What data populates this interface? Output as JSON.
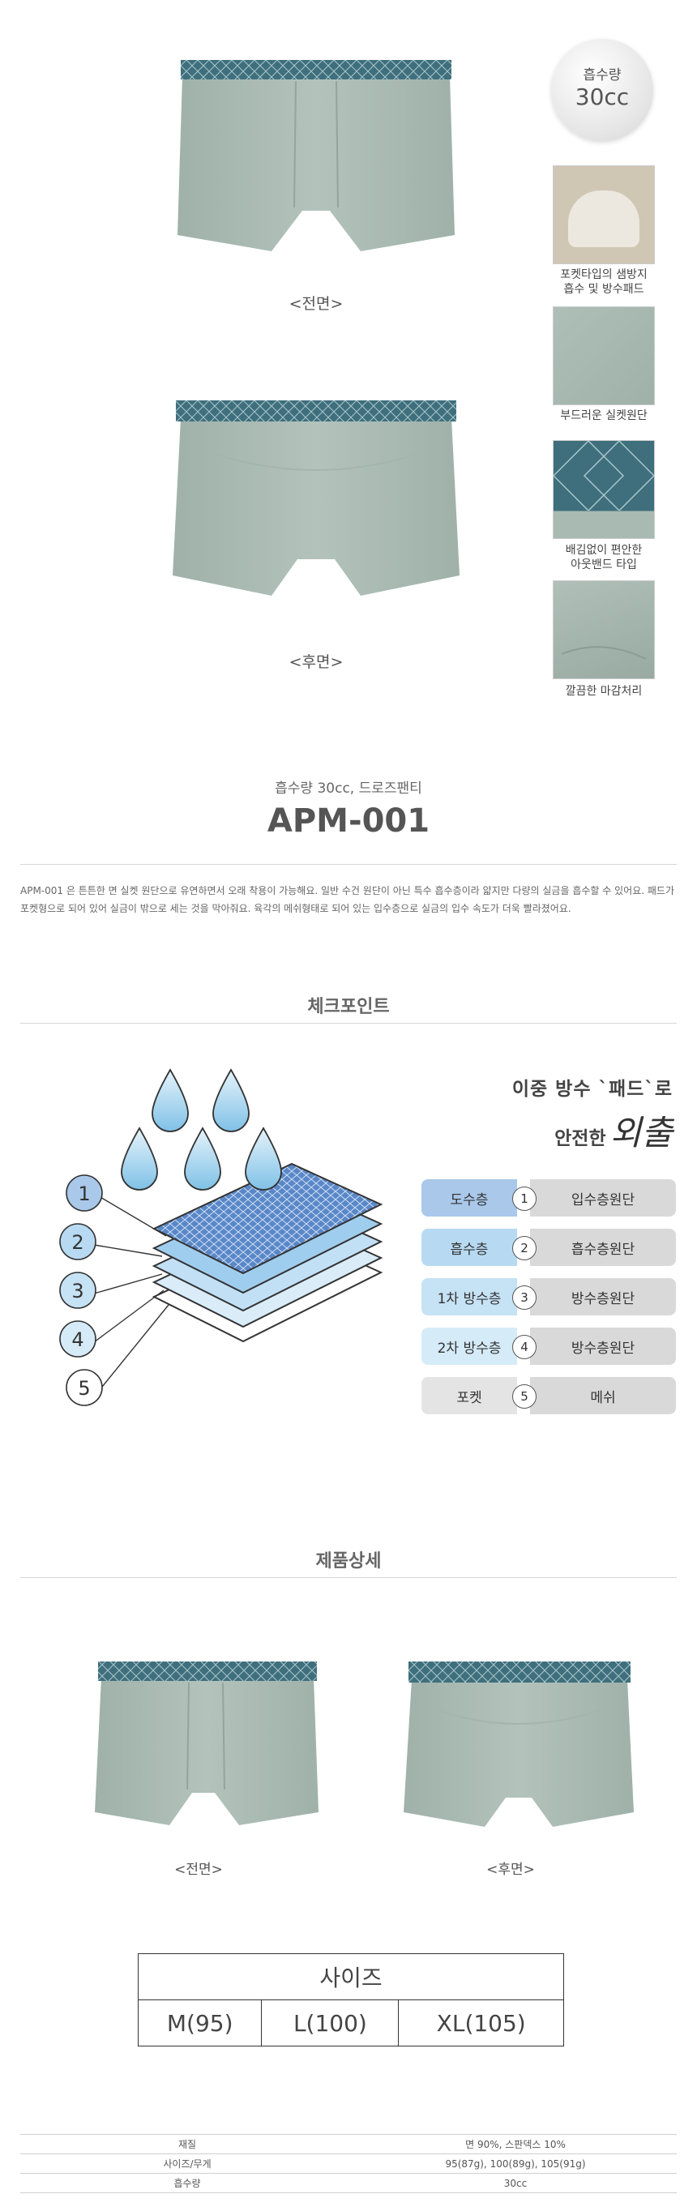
{
  "badge": {
    "line1": "흡수량",
    "line2": "30cc"
  },
  "hero": {
    "front_caption": "<전면>",
    "back_caption": "<후면>"
  },
  "features": [
    {
      "label_lines": [
        "포켓타입의 샘방지",
        "흡수 및 방수패드"
      ],
      "icon": "pocket-pad-photo"
    },
    {
      "label_lines": [
        "부드러운 실켓원단"
      ],
      "icon": "fabric-photo"
    },
    {
      "label_lines": [
        "배김없이 편안한",
        "아웃밴드 타입"
      ],
      "icon": "waistband-photo"
    },
    {
      "label_lines": [
        "깔끔한 마감처리"
      ],
      "icon": "hem-photo"
    }
  ],
  "product": {
    "subtitle": "흡수량 30cc, 드로즈팬티",
    "code": "APM-001",
    "description_lines": [
      "APM-001 은 튼튼한 면 실켓 원단으로 유연하면서 오래 착용이 가능해요. 일반 수건 원단이 아닌 특수 흡수층이라 얇지만 다량의 실금을 흡수할 수 있어요. 패드가",
      "포켓형으로 되어 있어 실금이 밖으로 세는 것을 막아줘요. 육각의 메쉬형태로 되어 있는 입수층으로 실금의 입수 속도가 더욱 빨라졌어요."
    ]
  },
  "checkpoint": {
    "title": "체크포인트",
    "headline_line1": "이중 방수 `패드`로",
    "headline_line2_prefix": "안전한",
    "headline_script": "외출",
    "diagram_numbers": [
      "1",
      "2",
      "3",
      "4",
      "5"
    ],
    "layers": [
      {
        "num": "1",
        "name": "도수층",
        "material": "입수층원단",
        "color": "#a9c8ea"
      },
      {
        "num": "2",
        "name": "흡수층",
        "material": "흡수층원단",
        "color": "#b7daf2"
      },
      {
        "num": "3",
        "name": "1차 방수층",
        "material": "방수층원단",
        "color": "#c6e2f5"
      },
      {
        "num": "4",
        "name": "2차 방수층",
        "material": "방수층원단",
        "color": "#d6ebf8"
      },
      {
        "num": "5",
        "name": "포켓",
        "material": "메쉬",
        "color": "#e4e4e4"
      }
    ]
  },
  "detail": {
    "title": "제품상세",
    "front_caption": "<전면>",
    "back_caption": "<후면>"
  },
  "sizes": {
    "header": "사이즈",
    "values": [
      "M(95)",
      "L(100)",
      "XL(105)"
    ]
  },
  "specs": [
    {
      "key": "재질",
      "value": "면 90%, 스판덱스 10%"
    },
    {
      "key": "사이즈/무게",
      "value": "95(87g), 100(89g), 105(91g)"
    },
    {
      "key": "흡수량",
      "value": "30cc"
    }
  ],
  "colors": {
    "garment": "#a9bab2",
    "garment_shadow": "#93a59d",
    "band": "#3f6f7c",
    "accent_blue": "#a9c8ea"
  }
}
